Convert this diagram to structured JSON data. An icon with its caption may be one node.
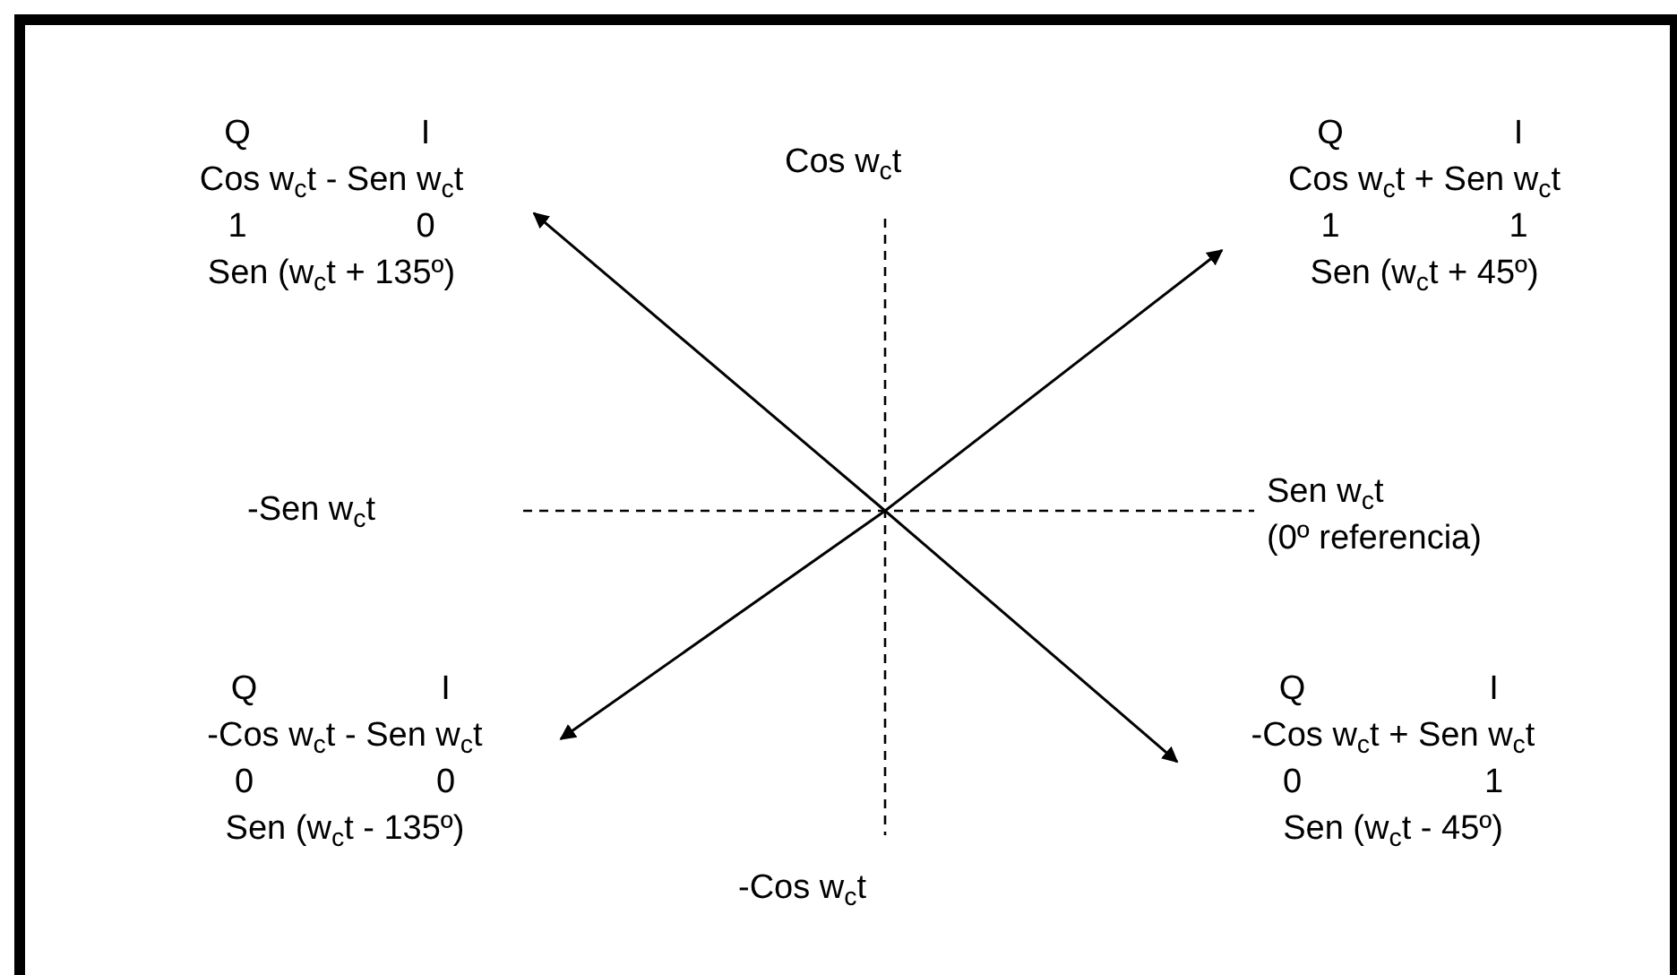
{
  "diagram": {
    "nodes": [
      {
        "text": [
          "Q",
          "I",
          "Cos w$_{c}$t - Sen w$_{c}$t",
          "1",
          "0",
          "Sen (w$_{c}$t + 135º)"
        ]
      },
      {
        "text": [
          "Q",
          "I",
          "Cos w$_{c}$t + Sen w$_{c}$t",
          "1",
          "1",
          "Sen (w$_{c}$t + 45º)"
        ]
      },
      {
        "text": [
          "Q",
          "I",
          "-Cos w$_{c}$t - Sen w$_{c}$t",
          "0",
          "0",
          "Sen (w$_{c}$t - 135º)"
        ]
      },
      {
        "text": [
          "Q",
          "I",
          "-Cos w$_{c}$t + Sen w$_{c}$t",
          "0",
          "1",
          "Sen (w$_{c}$t - 45º)"
        ]
      }
    ],
    "edges": [
      {
        "from": null,
        "to": 0,
        "arrow": "to"
      },
      {
        "from": null,
        "to": 1,
        "arrow": "to"
      },
      {
        "from": null,
        "to": 2,
        "arrow": "to"
      },
      {
        "from": null,
        "to": 3,
        "arrow": "to"
      }
    ],
    "labels": [
      "Cos w$_{c}$t",
      "-Sen w$_{c}$t",
      "Sen w$_{c}$t",
      "(0º referencia)",
      "-Cos w$_{c}$t"
    ]
  }
}
